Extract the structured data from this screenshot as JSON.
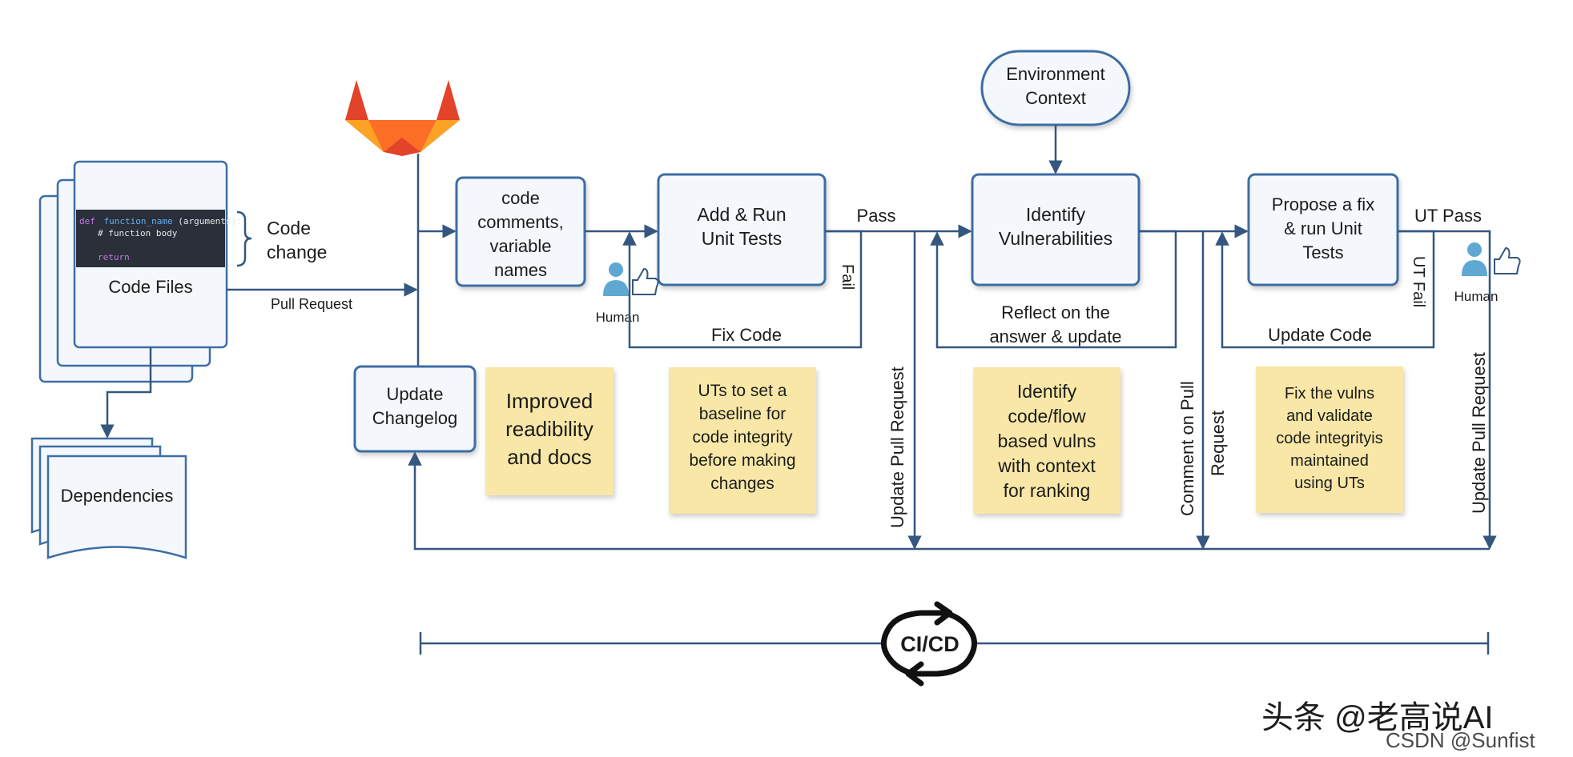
{
  "code_files": {
    "label": "Code Files",
    "snippet": {
      "line1_keyword": "def",
      "line1_name": "function_name",
      "line1_args": "(arguments):",
      "line2": "# function body",
      "line3": "return"
    },
    "brace_label_line1": "Code",
    "brace_label_line2": "change"
  },
  "dependencies": {
    "label": "Dependencies"
  },
  "pull_request_label": "Pull Request",
  "update_changelog": {
    "line1": "Update",
    "line2": "Changelog"
  },
  "step1": {
    "line1": "code",
    "line2": "comments,",
    "line3": "variable",
    "line4": "names"
  },
  "step2": {
    "line1": "Add & Run",
    "line2": "Unit Tests"
  },
  "step3": {
    "line1": "Identify",
    "line2": "Vulnerabilities"
  },
  "step4": {
    "line1": "Propose a fix",
    "line2": "& run Unit",
    "line3": "Tests"
  },
  "environment_context": {
    "line1": "Environment",
    "line2": "Context"
  },
  "labels": {
    "pass": "Pass",
    "fail": "Fail",
    "fix_code": "Fix Code",
    "reflect_line1": "Reflect on the",
    "reflect_line2": "answer & update",
    "ut_pass": "UT Pass",
    "ut_fail": "UT Fail",
    "update_code": "Update Code",
    "human_1": "Human",
    "human_2": "Human",
    "update_pull_request_1": "Update Pull Request",
    "comment_line1": "Comment on Pull",
    "comment_line2": "Request",
    "update_pull_request_2": "Update Pull Request"
  },
  "notes": {
    "note1": {
      "line1": "Improved",
      "line2": "readibility",
      "line3": "and docs"
    },
    "note2": {
      "line1": "UTs to set a",
      "line2": "baseline for",
      "line3": "code integrity",
      "line4": "before making",
      "line5": "changes"
    },
    "note3": {
      "line1": "Identify",
      "line2": "code/flow",
      "line3": "based vulns",
      "line4": "with context",
      "line5": "for ranking"
    },
    "note4": {
      "line1": "Fix the vulns",
      "line2": "and validate",
      "line3": "code integrityis",
      "line4": "maintained",
      "line5": "using UTs"
    }
  },
  "cicd": {
    "label": "CI/CD"
  },
  "watermark": {
    "main": "头条 @老高说AI",
    "sub": "CSDN @Sunfist"
  },
  "colors": {
    "box_stroke": "#3e6ea3",
    "box_fill": "#f4f8fd",
    "note_fill": "#f8e7a6",
    "line": "#35577f",
    "gitlab_dark": "#e24329",
    "gitlab_mid": "#fc6d26",
    "gitlab_light": "#fca326",
    "human": "#5fa8d3",
    "code_bg": "#2a2f3a"
  },
  "icons": [
    "gitlab-logo-icon",
    "human-thumbs-up-icon",
    "human-thumbs-up-icon",
    "cicd-cycle-icon"
  ]
}
